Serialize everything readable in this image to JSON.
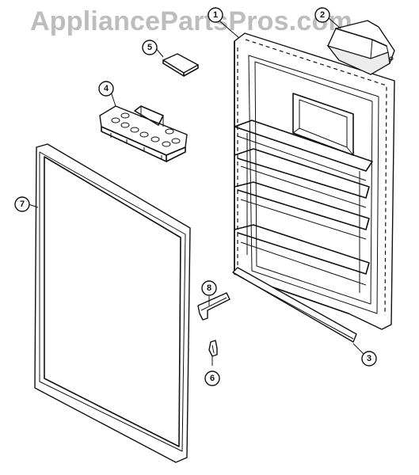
{
  "watermark": "AppliancePartsPros.com",
  "callouts": {
    "door_liner": "1",
    "shelf_cover": "2",
    "door_trim": "3",
    "ice_tray": "4",
    "tray_small": "5",
    "clip": "6",
    "gasket": "7",
    "hinge_cover": "8"
  }
}
